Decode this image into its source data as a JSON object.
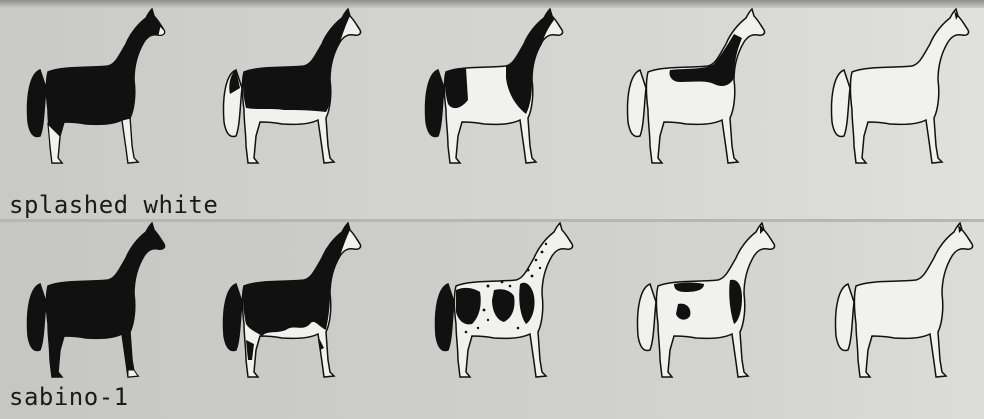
{
  "rows": [
    {
      "label": "splashed white",
      "horses": 5
    },
    {
      "label": "sabino-1",
      "horses": 5
    }
  ],
  "colors": {
    "ink": "#111111",
    "paper": "#d4d4d0",
    "white_coat": "#f1f1ee"
  }
}
